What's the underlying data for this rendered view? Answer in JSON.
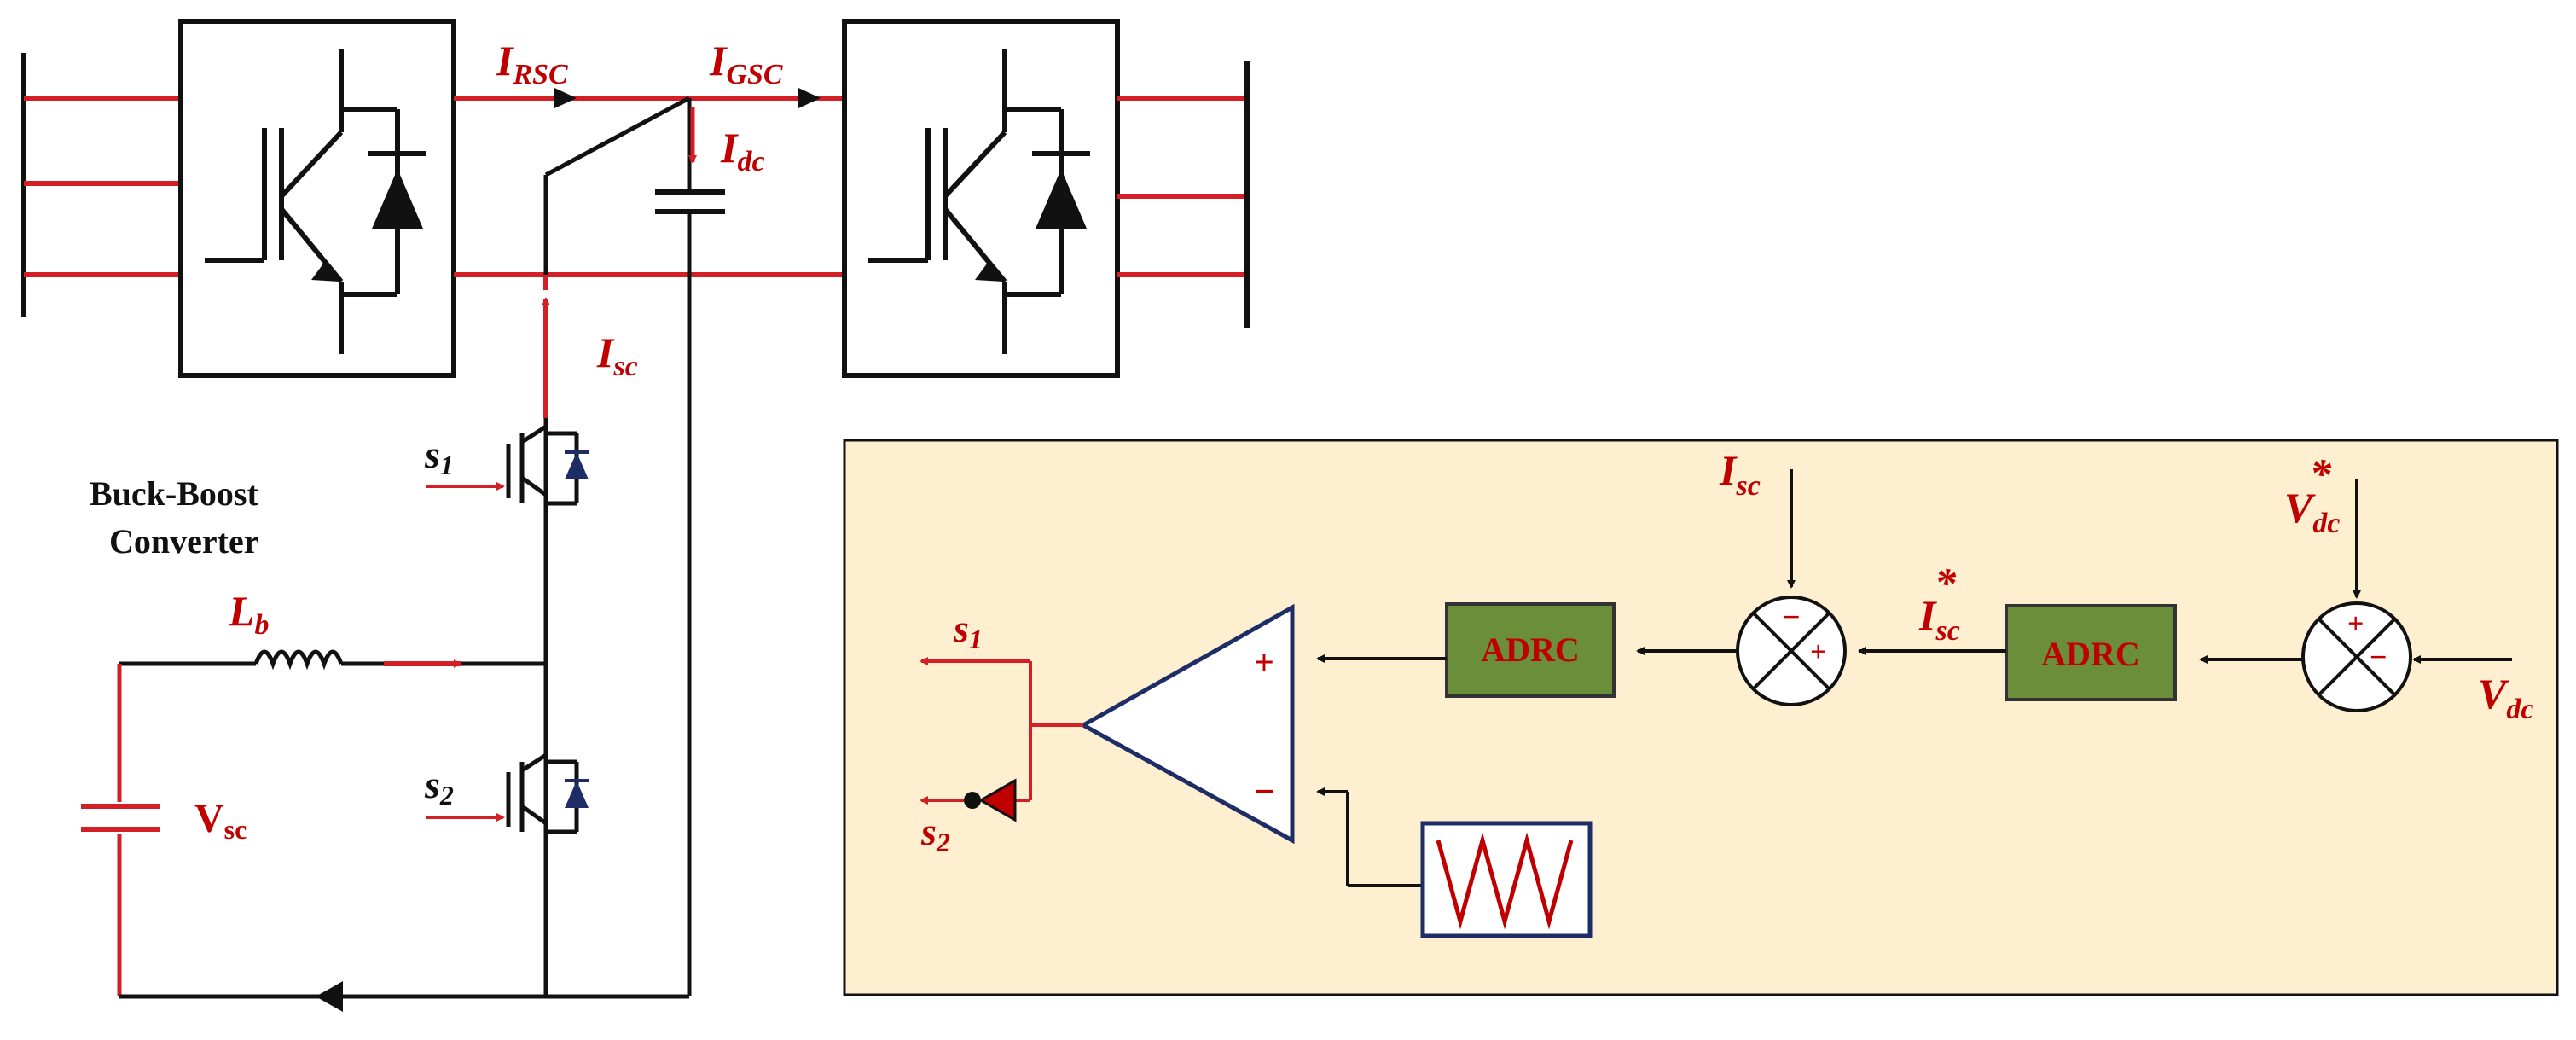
{
  "colors": {
    "wire_red": "#d32027",
    "wire_black": "#111111",
    "label_red": "#c00000",
    "control_panel_bg": "#fdefd0",
    "adrc_fill": "#6b8e3a",
    "comparator_border": "#1f2d66"
  },
  "labels": {
    "i_rsc_main": "I",
    "i_rsc_sub": "RSC",
    "i_gsc_main": "I",
    "i_gsc_sub": "GSC",
    "i_dc_main": "I",
    "i_dc_sub": "dc",
    "i_sc_main": "I",
    "i_sc_sub": "sc",
    "s1_main": "s",
    "s1_sub": "1",
    "s2_main": "s",
    "s2_sub": "2",
    "buckboost_line1": "Buck-Boost",
    "buckboost_line2": "Converter",
    "lb_main": "L",
    "lb_sub": "b",
    "vsc_main": "V",
    "vsc_sub": "sc"
  },
  "control": {
    "isc_main": "I",
    "isc_sub": "sc",
    "vdc_ref_main": "V",
    "vdc_ref_sub": "dc",
    "vdc_ref_star": "*",
    "isc_ref_main": "I",
    "isc_ref_sub": "sc",
    "isc_ref_star": "*",
    "vdc_main": "V",
    "vdc_sub": "dc",
    "adrc1_label": "ADRC",
    "adrc2_label": "ADRC",
    "s1_main": "s",
    "s1_sub": "1",
    "s2_main": "s",
    "s2_sub": "2",
    "plus": "+",
    "minus": "−"
  }
}
